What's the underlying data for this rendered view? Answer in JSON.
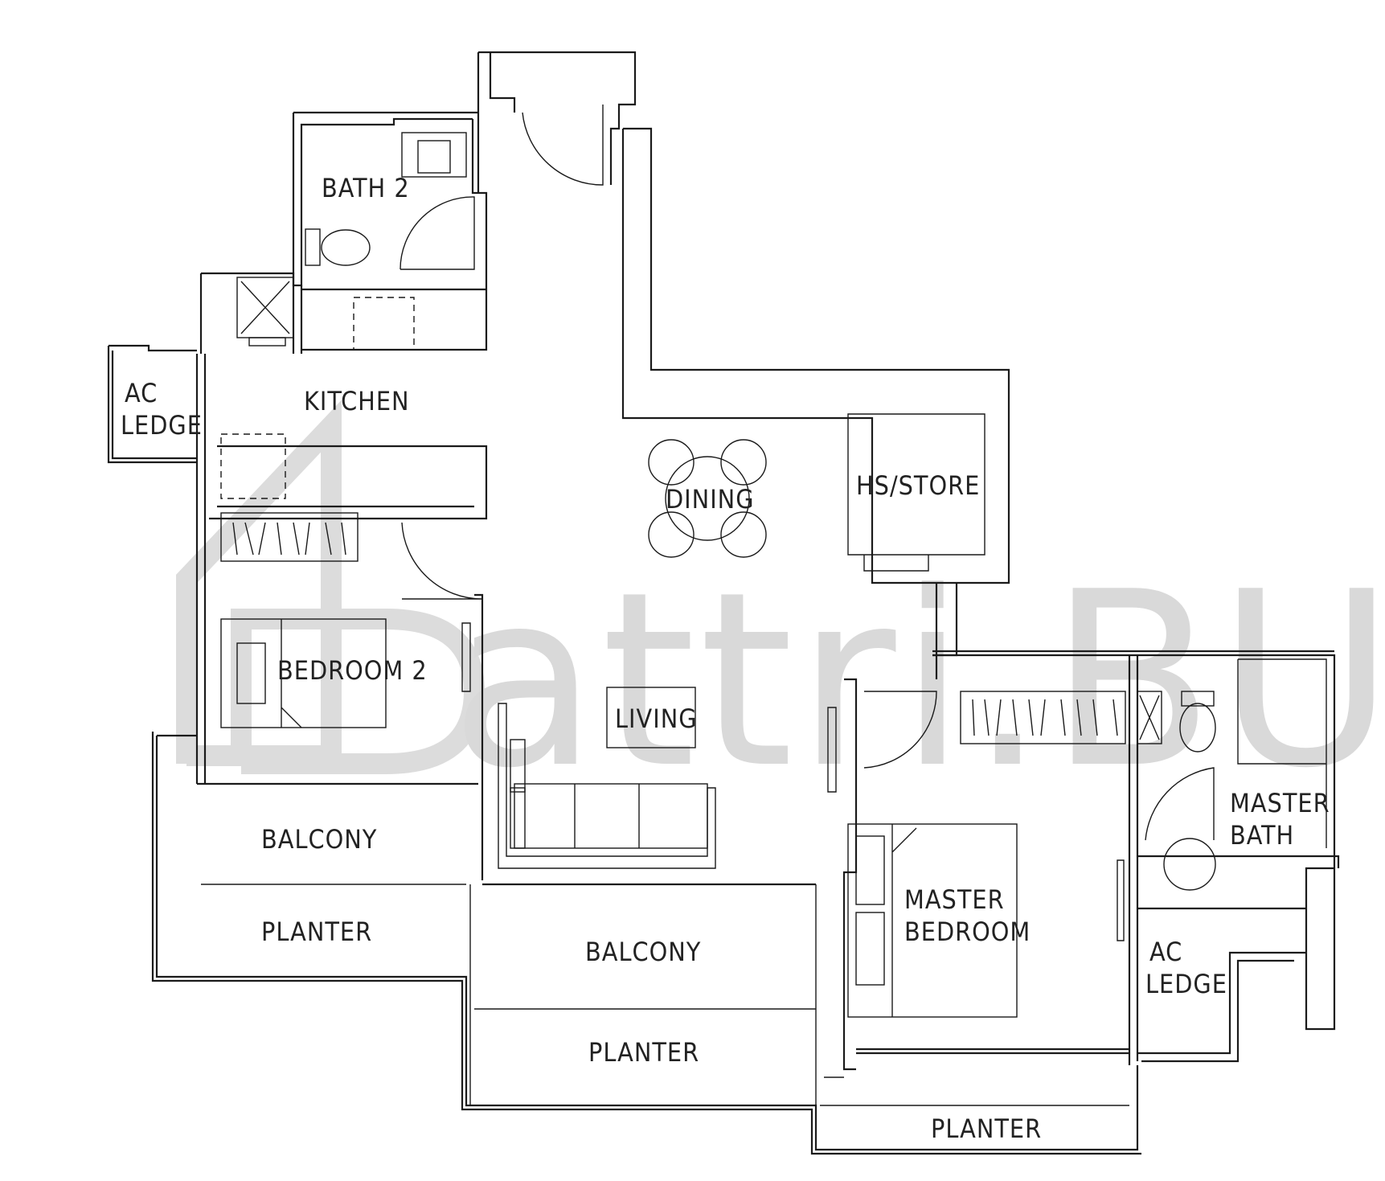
{
  "watermark": {
    "text": "attri.BUILD",
    "color": "#d9d9d9"
  },
  "rooms": {
    "bath2": "BATH  2",
    "kitchen": "KITCHEN",
    "ac_ledge_left_1": "AC",
    "ac_ledge_left_2": "LEDGE",
    "dining": "DINING",
    "hs_store": "HS/STORE",
    "bedroom2": "BEDROOM  2",
    "living": "LIVING",
    "master_bath_1": "MASTER",
    "master_bath_2": "BATH",
    "master_bedroom_1": "MASTER",
    "master_bedroom_2": "BEDROOM",
    "ac_ledge_right_1": "AC",
    "ac_ledge_right_2": "LEDGE",
    "balcony_left": "BALCONY",
    "balcony_center": "BALCONY",
    "planter_left": "PLANTER",
    "planter_center": "PLANTER",
    "planter_right": "PLANTER"
  }
}
